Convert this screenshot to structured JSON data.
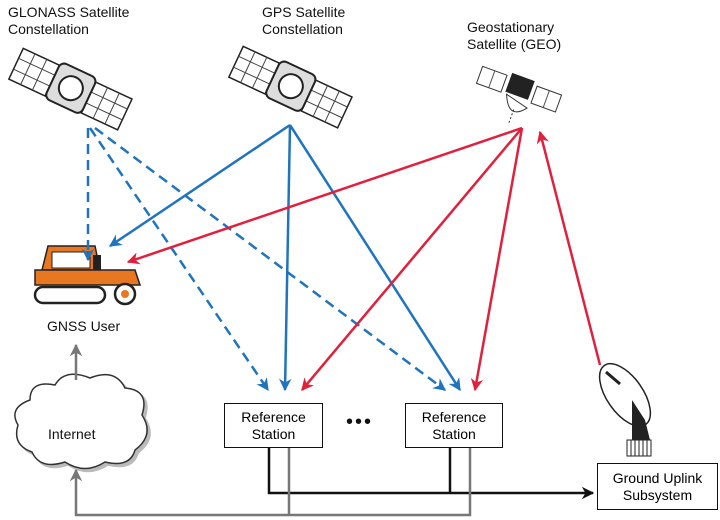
{
  "labels": {
    "glonass": "GLONASS Satellite Constellation",
    "gps": "GPS Satellite Constellation",
    "geo": "Geostationary Satellite (GEO)",
    "user": "GNSS User",
    "internet": "Internet",
    "ref1": "Reference Station",
    "ref2": "Reference Station",
    "ellipsis": "•••",
    "uplink": "Ground Uplink Subsystem"
  },
  "colors": {
    "blue": "#1f74bd",
    "red": "#e0203c",
    "gray": "#777777",
    "black": "#111111",
    "tractor": "#e87722"
  }
}
